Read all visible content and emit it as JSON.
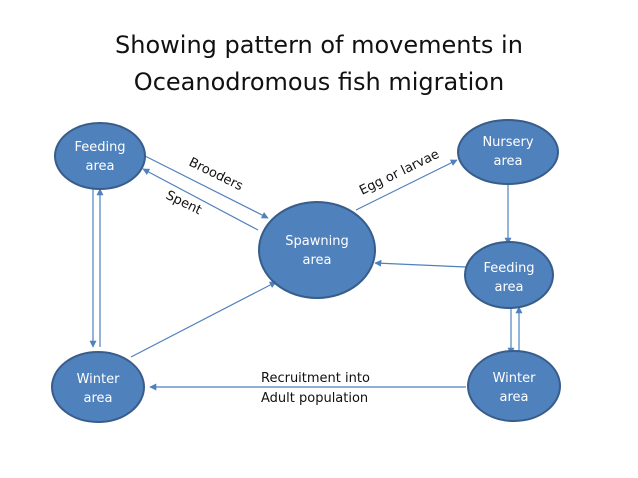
{
  "title": {
    "line1": "Showing pattern of movements in",
    "line2": "Oceanodromous fish migration"
  },
  "nodes": {
    "feeding_left": {
      "line1": "Feeding",
      "line2": "area"
    },
    "nursery": {
      "line1": "Nursery",
      "line2": "area"
    },
    "spawning": {
      "line1": "Spawning",
      "line2": "area"
    },
    "feeding_right": {
      "line1": "Feeding",
      "line2": "area"
    },
    "winter_left": {
      "line1": "Winter",
      "line2": "area"
    },
    "winter_right": {
      "line1": "Winter",
      "line2": "area"
    }
  },
  "edges": {
    "brooders": "Brooders",
    "spent": "Spent",
    "egg_or_larvae": "Egg or larvae",
    "recruitment_line1": "Recruitment into",
    "recruitment_line2": "Adult population"
  },
  "colors": {
    "node_fill": "#4f81bd",
    "node_stroke": "#385d8a",
    "arrow": "#4f81bd"
  }
}
